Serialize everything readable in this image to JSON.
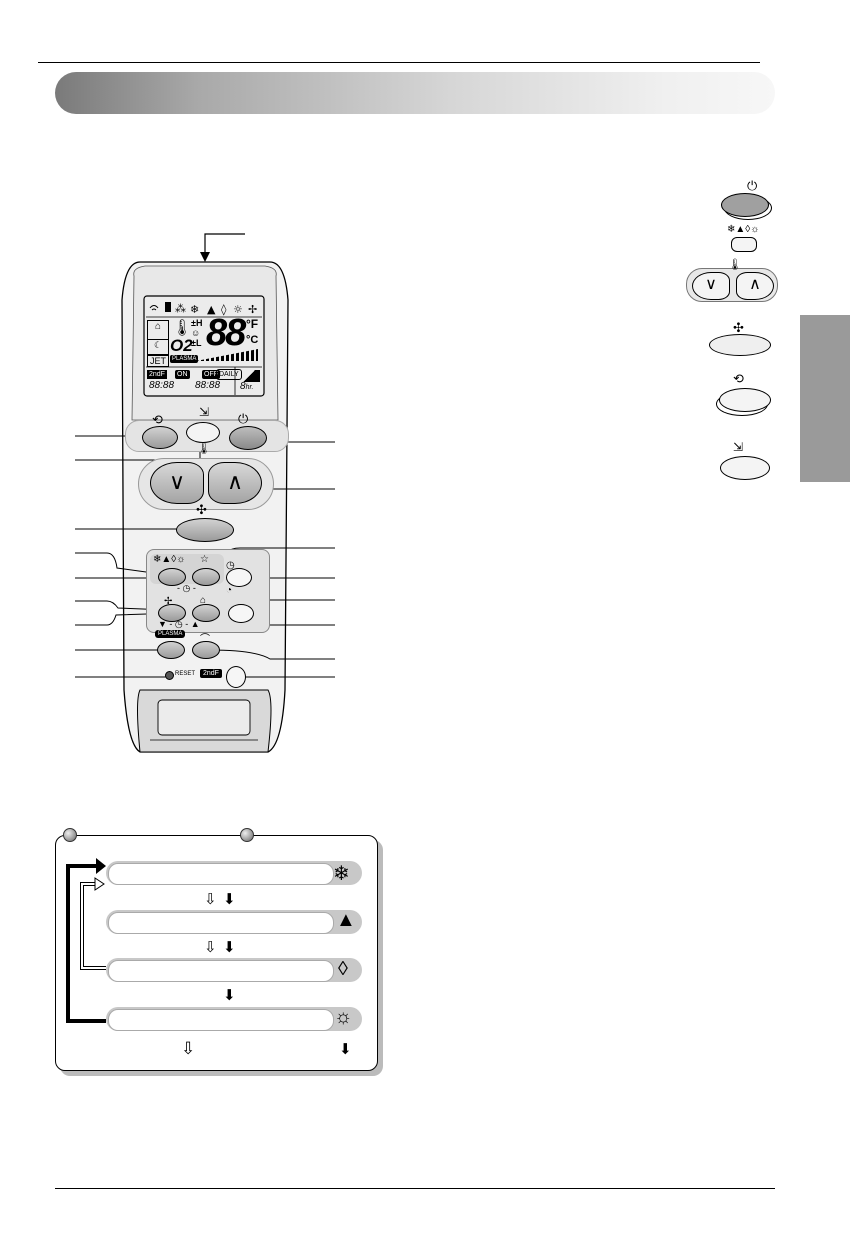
{
  "page": {
    "title": "",
    "side_tab": ""
  },
  "remote": {
    "lcd": {
      "temp_digits": "88",
      "unit_f": "°F",
      "unit_c": "°C",
      "o2": "O2",
      "jet": "JET",
      "plasma_badge": "PLASMA",
      "second_f_badge": "2ndF",
      "on_badge": "ON",
      "off_badge": "OFF",
      "daily_badge": "DAILY",
      "hour_unit": "hr.",
      "timer_digits_left": "88:88",
      "timer_digits_right": "88:88",
      "small_digit": "8"
    },
    "buttons": {
      "plasma_label": "PLASMA",
      "reset_label": "RESET",
      "second_f_label": "2ndF"
    }
  },
  "side_icons": [
    {
      "name": "power-button-icon"
    },
    {
      "name": "mode-select-button-icon"
    },
    {
      "name": "temperature-buttons-icon"
    },
    {
      "name": "fan-speed-button-icon"
    },
    {
      "name": "swing-button-icon"
    },
    {
      "name": "jet-cool-button-icon"
    }
  ],
  "mode_panel": {
    "modes": [
      {
        "name": "cooling",
        "icon": "snowflake-icon"
      },
      {
        "name": "auto",
        "icon": "auto-a-icon"
      },
      {
        "name": "dehumidify",
        "icon": "droplet-icon"
      },
      {
        "name": "heating",
        "icon": "sun-icon"
      }
    ]
  },
  "colors": {
    "button_gray": "#b5b5b5",
    "panel_bg": "#e2e2e2",
    "lcd_bg": "#ececec",
    "remote_body": "#f2f2f2"
  }
}
